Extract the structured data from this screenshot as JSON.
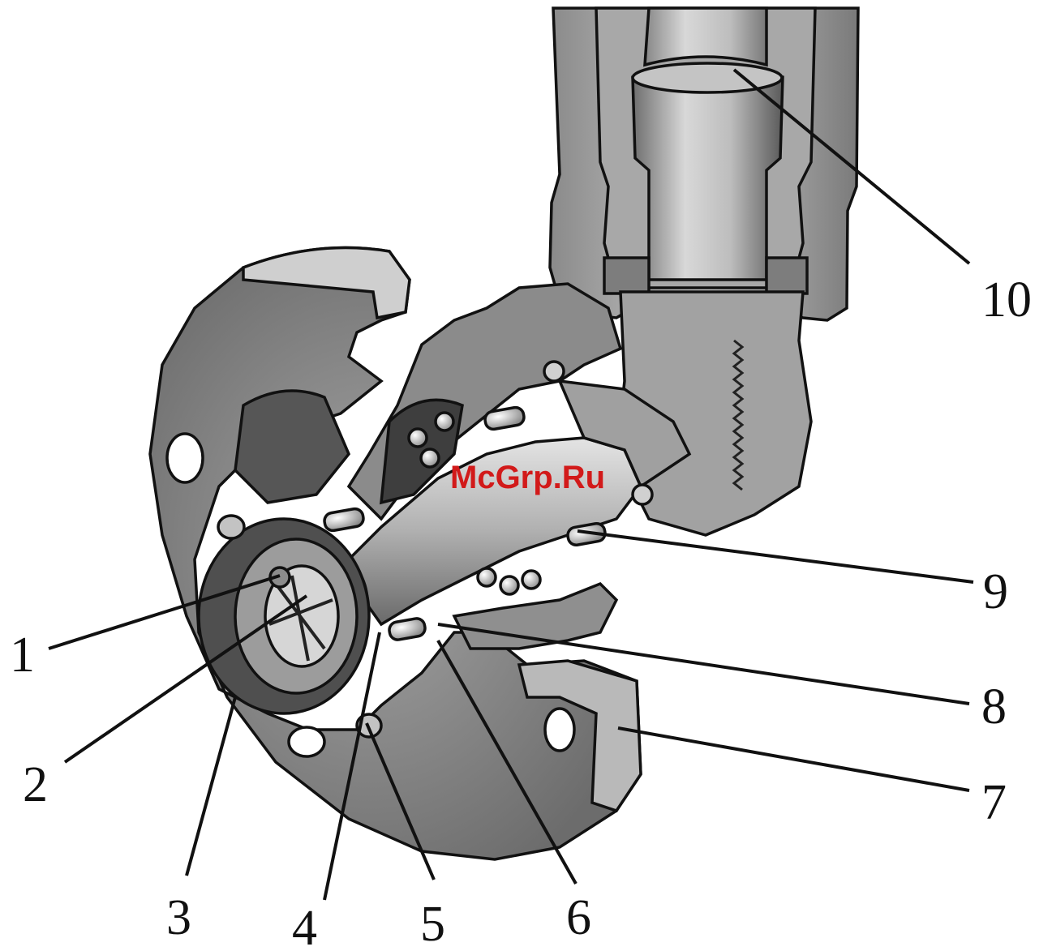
{
  "watermark": "McGrp.Ru",
  "callouts": [
    {
      "id": "1",
      "label": "1"
    },
    {
      "id": "2",
      "label": "2"
    },
    {
      "id": "3",
      "label": "3"
    },
    {
      "id": "4",
      "label": "4"
    },
    {
      "id": "5",
      "label": "5"
    },
    {
      "id": "6",
      "label": "6"
    },
    {
      "id": "7",
      "label": "7"
    },
    {
      "id": "8",
      "label": "8"
    },
    {
      "id": "9",
      "label": "9"
    },
    {
      "id": "10",
      "label": "10"
    }
  ],
  "colors": {
    "metal_dark": "#5e5e5e",
    "metal_mid": "#9a9a9a",
    "metal_light": "#cfcfcf",
    "watermark": "#d21a1a"
  }
}
